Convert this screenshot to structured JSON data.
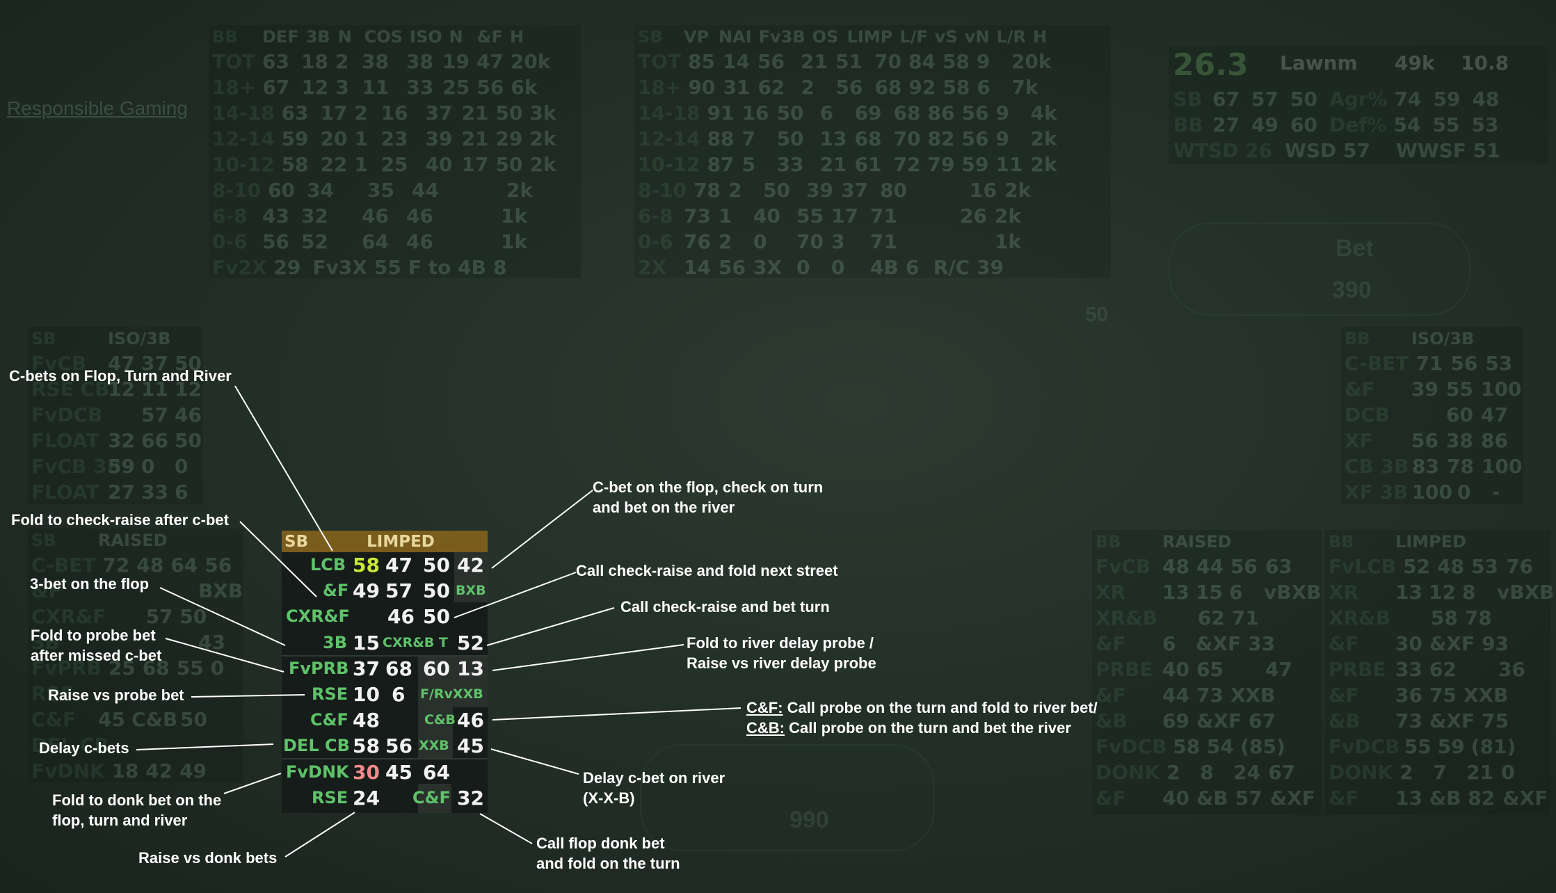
{
  "background": {
    "responsible_gaming": "Responsible Gaming",
    "pot": "990",
    "bet_label": "Bet",
    "bet_value": "390",
    "chip": "50",
    "player_name": "Lawnm",
    "player_stack": "49k",
    "player_bb": "10.8",
    "player_score": "26.3",
    "top_left_table": {
      "header": [
        "BB",
        "DEF",
        "3B",
        "N",
        "COS",
        "ISO",
        "N",
        "&F",
        "H"
      ],
      "rows": [
        [
          "TOT",
          "63",
          "18",
          "2",
          "38",
          "38",
          "19",
          "47",
          "20k"
        ],
        [
          "18+",
          "67",
          "12",
          "3",
          "11",
          "33",
          "25",
          "56",
          "6k"
        ],
        [
          "14-18",
          "63",
          "17",
          "2",
          "16",
          "37",
          "21",
          "50",
          "3k"
        ],
        [
          "12-14",
          "59",
          "20",
          "1",
          "23",
          "39",
          "21",
          "29",
          "2k"
        ],
        [
          "10-12",
          "58",
          "22",
          "1",
          "25",
          "40",
          "17",
          "50",
          "2k"
        ],
        [
          "8-10",
          "60",
          "34",
          "",
          "35",
          "44",
          "",
          "",
          "2k"
        ],
        [
          "6-8",
          "43",
          "32",
          "",
          "46",
          "46",
          "",
          "",
          "1k"
        ],
        [
          "0-6",
          "56",
          "52",
          "",
          "64",
          "46",
          "",
          "",
          "1k"
        ]
      ],
      "footer": [
        "Fv2X",
        "29",
        "Fv3X",
        "55",
        "F to 4B",
        "8"
      ]
    },
    "top_mid_table": {
      "header": [
        "SB",
        "VP",
        "NAI",
        "Fv3B",
        "OS",
        "LIMP",
        "L/F",
        "vS",
        "vN",
        "L/R",
        "H"
      ],
      "rows": [
        [
          "TOT",
          "85",
          "14",
          "56",
          "21",
          "51",
          "70",
          "84",
          "58",
          "9",
          "20k"
        ],
        [
          "18+",
          "90",
          "31",
          "62",
          "2",
          "56",
          "68",
          "92",
          "58",
          "6",
          "7k"
        ],
        [
          "14-18",
          "91",
          "16",
          "50",
          "6",
          "69",
          "68",
          "86",
          "56",
          "9",
          "4k"
        ],
        [
          "12-14",
          "88",
          "7",
          "50",
          "13",
          "68",
          "70",
          "82",
          "56",
          "9",
          "2k"
        ],
        [
          "10-12",
          "87",
          "5",
          "33",
          "21",
          "61",
          "72",
          "79",
          "59",
          "11",
          "2k"
        ],
        [
          "8-10",
          "78",
          "2",
          "50",
          "39",
          "37",
          "80",
          "",
          "",
          "16",
          "2k"
        ],
        [
          "6-8",
          "73",
          "1",
          "40",
          "55",
          "17",
          "71",
          "",
          "",
          "26",
          "2k"
        ],
        [
          "0-6",
          "76",
          "2",
          "0",
          "70",
          "3",
          "71",
          "",
          "",
          "",
          "1k"
        ]
      ],
      "footer": [
        "2X",
        "14",
        "56",
        "3X",
        "0",
        "0",
        "4B",
        "6",
        "R/C",
        "39"
      ]
    },
    "top_right_stats": {
      "row1": [
        "SB",
        "67",
        "57",
        "50",
        "Agr%",
        "74",
        "59",
        "48"
      ],
      "row2": [
        "BB",
        "27",
        "49",
        "60",
        "Def%",
        "54",
        "55",
        "53"
      ],
      "row3": [
        "WTSD 26",
        "WSD 57",
        "WWSF 51"
      ]
    },
    "left_mid_table": {
      "header": [
        "SB",
        "ISO/3B"
      ],
      "rows": [
        [
          "FvCB",
          "47",
          "37",
          "50"
        ],
        [
          "RSE CB",
          "12",
          "11",
          "12"
        ],
        [
          "FvDCB",
          "",
          "57",
          "46"
        ],
        [
          "FLOAT",
          "32",
          "66",
          "50"
        ],
        [
          "FvCB 3B",
          "59",
          "0",
          "0"
        ],
        [
          "FLOAT",
          "27",
          "33",
          "6"
        ]
      ]
    },
    "left_low_table": {
      "header": [
        "SB",
        "RAISED"
      ],
      "rows": [
        [
          "C-BET",
          "72",
          "48",
          "64",
          "56"
        ],
        [
          "&F",
          "",
          "",
          "",
          "BXB"
        ],
        [
          "CXR&F",
          "",
          "57",
          "50",
          ""
        ],
        [
          "3B",
          "",
          "",
          "",
          "43"
        ],
        [
          "FvPRB",
          "25",
          "68",
          "55",
          "0"
        ],
        [
          "RSE",
          "",
          "",
          "",
          ""
        ],
        [
          "C&F",
          "45",
          "C&B",
          "50",
          ""
        ],
        [
          "DEL CB",
          "",
          "",
          "",
          ""
        ],
        [
          "FvDNK",
          "18",
          "42",
          "49",
          ""
        ]
      ]
    },
    "right_top_table": {
      "header": [
        "BB",
        "ISO/3B"
      ],
      "rows": [
        [
          "C-BET",
          "71",
          "56",
          "53"
        ],
        [
          "&F",
          "39",
          "55",
          "100"
        ],
        [
          "DCB",
          "",
          "60",
          "47"
        ],
        [
          "XF",
          "56",
          "38",
          "86"
        ],
        [
          "CB 3B",
          "83",
          "78",
          "100"
        ],
        [
          "XF 3B",
          "100",
          "0",
          "-"
        ]
      ]
    },
    "right_raised_table": {
      "header": [
        "BB",
        "RAISED"
      ],
      "rows": [
        [
          "FvCB",
          "48",
          "44",
          "56",
          "63"
        ],
        [
          "XR",
          "13",
          "15",
          "6",
          "vBXB"
        ],
        [
          "XR&B",
          "",
          "62",
          "71",
          ""
        ],
        [
          "&F",
          "6",
          "&XF",
          "33",
          ""
        ],
        [
          "PRBE",
          "40",
          "65",
          "",
          "47"
        ],
        [
          "&F",
          "44",
          "73",
          "XXB",
          ""
        ],
        [
          "&B",
          "69",
          "&XF",
          "67",
          ""
        ],
        [
          "FvDCB",
          "58",
          "54",
          "(85)",
          ""
        ],
        [
          "DONK",
          "2",
          "8",
          "24",
          "67"
        ],
        [
          "&F",
          "40",
          "&B",
          "57",
          "&XF"
        ]
      ]
    },
    "right_limped_table": {
      "header": [
        "BB",
        "LIMPED"
      ],
      "rows": [
        [
          "FvLCB",
          "52",
          "48",
          "53",
          "76"
        ],
        [
          "XR",
          "13",
          "12",
          "8",
          "vBXB"
        ],
        [
          "XR&B",
          "",
          "58",
          "78",
          ""
        ],
        [
          "&F",
          "30",
          "&XF",
          "93",
          ""
        ],
        [
          "PRBE",
          "33",
          "62",
          "",
          "36"
        ],
        [
          "&F",
          "36",
          "75",
          "XXB",
          ""
        ],
        [
          "&B",
          "73",
          "&XF",
          "75",
          ""
        ],
        [
          "FvDCB",
          "55",
          "59",
          "(81)",
          ""
        ],
        [
          "DONK",
          "2",
          "7",
          "21",
          "0"
        ],
        [
          "&F",
          "13",
          "&B",
          "82",
          "&XF"
        ]
      ]
    }
  },
  "hud": {
    "header_left": "SB",
    "header_right": "LIMPED",
    "row1": {
      "label": "LCB",
      "v1": "58",
      "v2": "47",
      "v3": "50",
      "v4": "42"
    },
    "row2": {
      "label": "&F",
      "v1": "49",
      "v2": "57",
      "v3": "50",
      "side": "BXB"
    },
    "row3": {
      "label": "CXR&F",
      "v1": "46",
      "v2": "50"
    },
    "row4": {
      "label": "3B",
      "v1": "15",
      "mid": "CXR&B T",
      "v2": "52"
    },
    "row5": {
      "label": "FvPRB",
      "v1": "37",
      "v2": "68",
      "v3": "60",
      "v4": "13"
    },
    "row6": {
      "label": "RSE",
      "v1": "10",
      "v2": "6",
      "side": "F/RvXXB"
    },
    "row7": {
      "label": "C&F",
      "v1": "48",
      "mid": "C&B",
      "v2": "46"
    },
    "row8": {
      "label": "DEL CB",
      "v1": "58",
      "v2": "56",
      "mid": "XXB",
      "v3": "45"
    },
    "row9": {
      "label": "FvDNK",
      "v1": "30",
      "v2": "45",
      "v3": "64"
    },
    "row10": {
      "label": "RSE",
      "v1": "24",
      "mid": "C&F",
      "v2": "32"
    }
  },
  "annotations": {
    "cbets": "C-bets on Flop, Turn and River",
    "fold_xr": "Fold to check-raise after c-bet",
    "threebet": "3-bet on the flop",
    "fold_probe_1": "Fold to probe bet",
    "fold_probe_2": "after missed c-bet",
    "raise_probe": "Raise vs probe bet",
    "delay": "Delay c-bets",
    "fold_donk_1": "Fold to donk bet on the",
    "fold_donk_2": "flop, turn and river",
    "raise_donk": "Raise vs donk bets",
    "bxb_1": "C-bet on the flop, check on turn",
    "bxb_2": "and bet on the river",
    "xrf": "Call check-raise and fold next street",
    "xrb": "Call check-raise and bet turn",
    "river_probe_1": "Fold to river delay probe /",
    "river_probe_2": "Raise vs river delay probe",
    "cf_key": "C&F:",
    "cf_text": " Call probe on the turn and fold to river bet/",
    "cb_key": "C&B:",
    "cb_text": " Call probe on the turn and bet the river",
    "xxb_1": "Delay c-bet on river",
    "xxb_2": "(X-X-B)",
    "donk_call_1": "Call flop donk bet",
    "donk_call_2": "and fold on the turn"
  }
}
